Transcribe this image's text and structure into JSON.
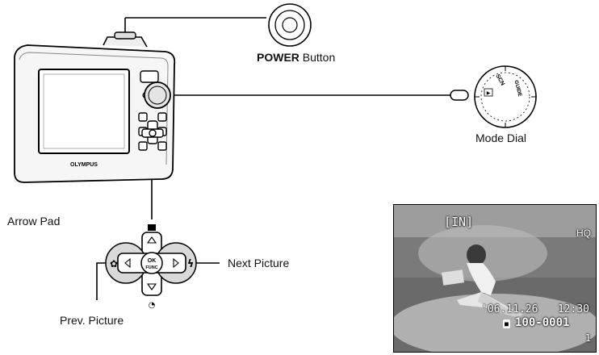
{
  "labels": {
    "power_bold": "POWER",
    "power_rest": " Button",
    "mode_dial": "Mode Dial",
    "arrow_pad": "Arrow Pad",
    "next_picture": "Next Picture",
    "prev_picture": "Prev. Picture"
  },
  "camera": {
    "brand": "OLYMPUS"
  },
  "mode_dial_marks": {
    "play": "▶",
    "scn": "SCN",
    "guide": "GUIDE"
  },
  "arrow_pad_marks": {
    "ok": "OK",
    "func": "FUNC"
  },
  "screen": {
    "memory": "[IN]",
    "quality": "HQ",
    "date": "'06.11.26",
    "time": "12:30",
    "file_number": "100-0001",
    "frame": "1"
  }
}
